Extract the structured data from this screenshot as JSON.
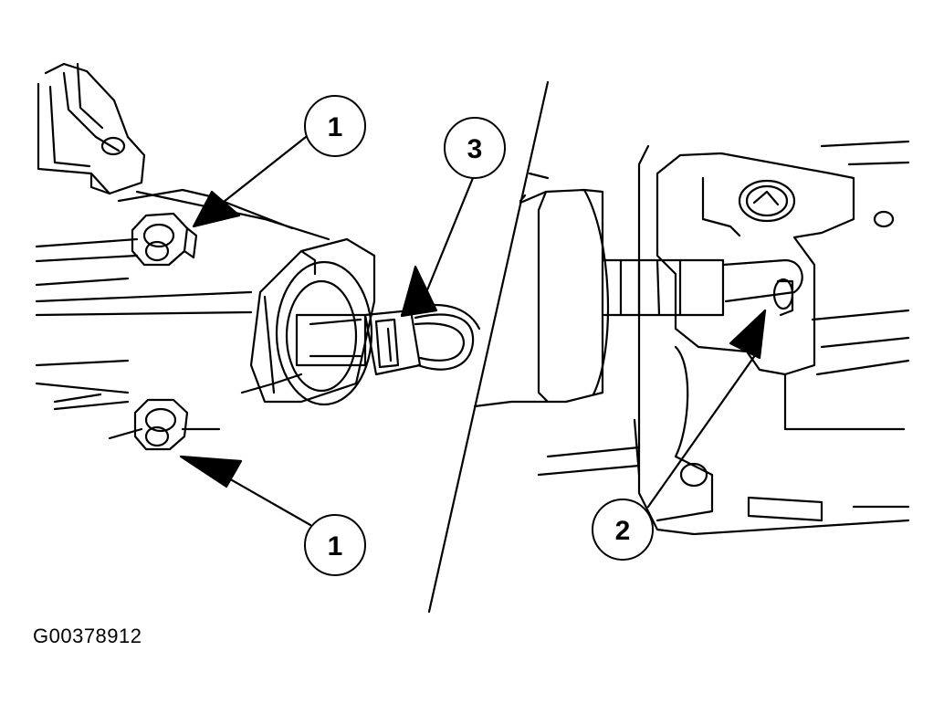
{
  "figure_id": "G00378912",
  "callouts": [
    {
      "key": "nut_top",
      "label": "1"
    },
    {
      "key": "nut_bottom",
      "label": "1"
    },
    {
      "key": "connector",
      "label": "3"
    },
    {
      "key": "pin",
      "label": "2"
    }
  ],
  "colors": {
    "line": "#000000",
    "background": "#ffffff"
  }
}
